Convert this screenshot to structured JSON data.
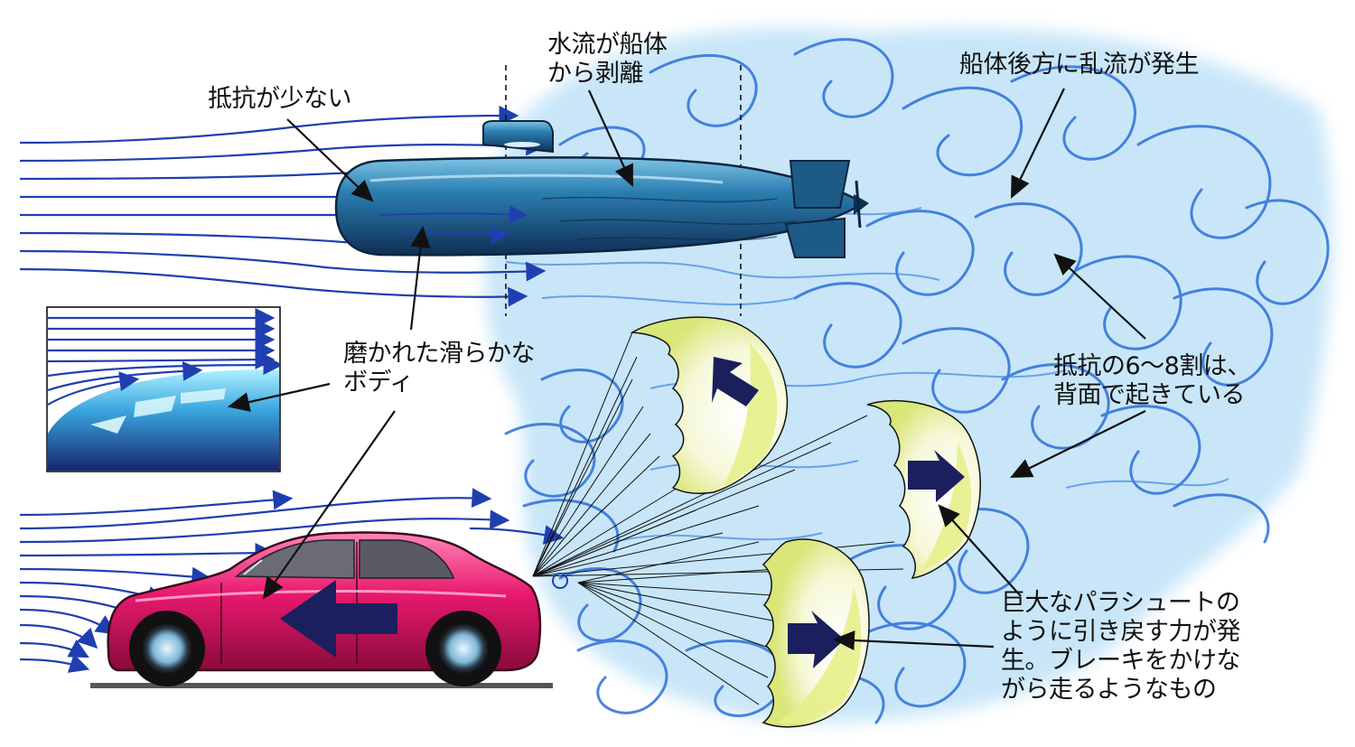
{
  "labels": {
    "low_drag": "抵抗が少ない",
    "separation": "水流が船体\nから剥離",
    "turbulence": "船体後方に乱流が発生",
    "polished_body": "磨かれた滑らかな\nボディ",
    "rear_drag": "抵抗の6～8割は、\n背面で起きている",
    "parachute": "巨大なパラシュートの\nように引き戻す力が発\n生。ブレーキをかけな\nがら走るようなもの"
  },
  "colors": {
    "flow_line": "#1f3fb0",
    "turbulence": "#2e6fd8",
    "turbulence_glow": "#bfe2f7",
    "submarine": "#1d5a86",
    "car_body": "#e8196e",
    "arrow": "#1b1f5e",
    "parachute_tint": "#e9f09a"
  },
  "icons": {
    "submarine": "submarine-illustration",
    "car": "sedan-car-illustration",
    "parachute": "parachute-illustration",
    "arrow": "direction-arrow-icon"
  }
}
